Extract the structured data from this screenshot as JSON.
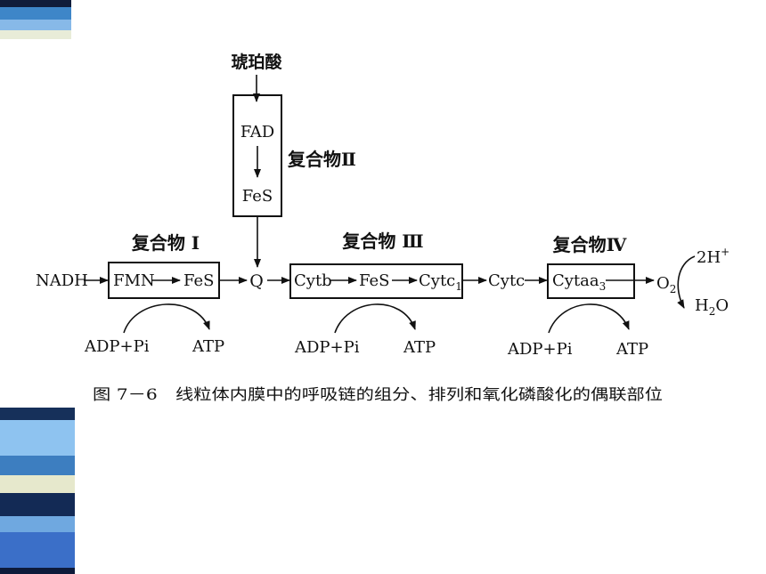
{
  "slide": {
    "stripe_colors_top": [
      "#101c3a",
      "#3e86c8",
      "#87b9e8",
      "#e8ecd8"
    ],
    "stripe_colors_bottom": [
      "#16305a",
      "#8ec3f0",
      "#3d7ec0",
      "#e6e8cc",
      "#132a55",
      "#6fa8e0",
      "#3b6fc8",
      "#0d1a3a"
    ]
  },
  "diagram": {
    "substrate_top": "琥珀酸",
    "complex2": {
      "label": "复合物Ⅱ",
      "items": [
        "FAD",
        "FeS"
      ]
    },
    "complex1": {
      "label": "复合物 I",
      "items": [
        "FMN",
        "FeS"
      ]
    },
    "complex3": {
      "label": "复合物 Ⅲ",
      "items": [
        "Cytb",
        "FeS",
        "Cytc"
      ],
      "cytc1_sub": "1"
    },
    "complex4": {
      "label": "复合物Ⅳ",
      "item": "Cytaa",
      "item_sub": "3"
    },
    "nadh": "NADH",
    "q": "Q",
    "cytc": "Cytc",
    "o2": "O",
    "o2_sub": "2",
    "proton": "2H",
    "proton_sup": "+",
    "water": "H",
    "water_sub": "2",
    "water_tail": "O",
    "adp": "ADP+Pi",
    "atp": "ATP",
    "caption": "图 7－6　线粒体内膜中的呼吸链的组分、排列和氧化磷酸化的偶联部位"
  }
}
